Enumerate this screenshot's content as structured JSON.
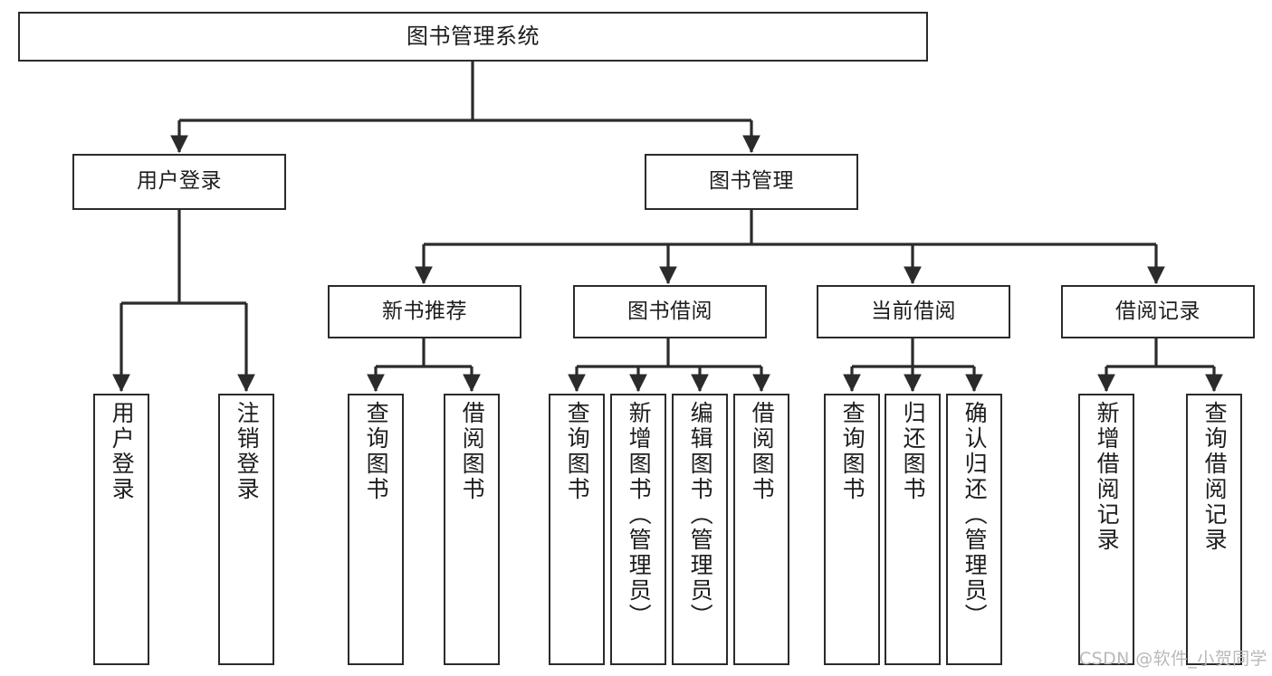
{
  "diagram": {
    "title": "图书管理系统",
    "type": "tree-hierarchy-diagram",
    "stroke_color": "#2b2b2b",
    "text_color": "#1d1d1d",
    "background_color": "#ffffff"
  },
  "root": {
    "label": "图书管理系统"
  },
  "level2": [
    {
      "label": "用户登录"
    },
    {
      "label": "图书管理"
    }
  ],
  "level3": [
    {
      "label": "新书推荐"
    },
    {
      "label": "图书借阅"
    },
    {
      "label": "当前借阅"
    },
    {
      "label": "借阅记录"
    }
  ],
  "leaves": {
    "user_login": [
      {
        "label": "用户登录"
      },
      {
        "label": "注销登录"
      }
    ],
    "new_book": [
      {
        "label": "查询图书"
      },
      {
        "label": "借阅图书"
      }
    ],
    "book_borrow": [
      {
        "label": "查询图书"
      },
      {
        "label": "新增图书（管理员）"
      },
      {
        "label": "编辑图书（管理员）"
      },
      {
        "label": "借阅图书"
      }
    ],
    "current_borrow": [
      {
        "label": "查询图书"
      },
      {
        "label": "归还图书"
      },
      {
        "label": "确认归还（管理员）"
      }
    ],
    "borrow_record": [
      {
        "label": "新增借阅记录"
      },
      {
        "label": "查询借阅记录"
      }
    ]
  },
  "watermark": {
    "text": "CSDN @软件_小贺同学"
  }
}
